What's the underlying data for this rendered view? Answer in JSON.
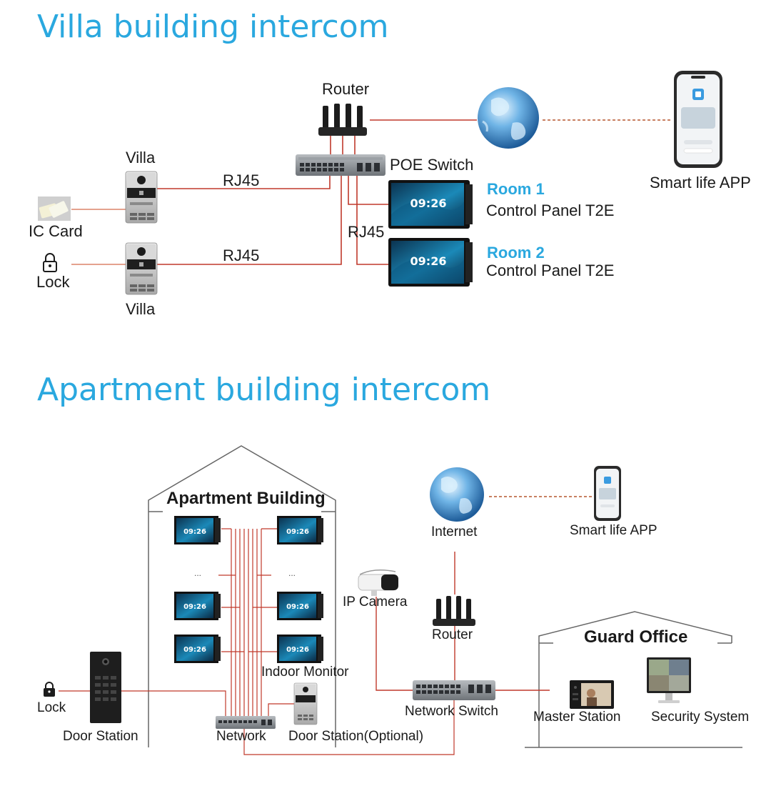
{
  "villa": {
    "title": "Villa building intercom",
    "router_label": "Router",
    "poe_switch_label": "POE Switch",
    "smart_app_label": "Smart life APP",
    "villa_top_label": "Villa",
    "villa_bottom_label": "Villa",
    "ic_card_label": "IC Card",
    "lock_label": "Lock",
    "rj45_top": "RJ45",
    "rj45_mid": "RJ45",
    "rj45_bottom": "RJ45",
    "room1_title": "Room 1",
    "room1_device": "Control Panel T2E",
    "room2_title": "Room 2",
    "room2_device": "Control Panel T2E",
    "panel_clock": "09:26"
  },
  "apartment": {
    "title": "Apartment building intercom",
    "building_label": "Apartment Building",
    "internet_label": "Internet",
    "smart_app_label": "Smart life APP",
    "ip_camera_label": "IP Camera",
    "router_label": "Router",
    "network_switch_label": "Network Switch",
    "guard_office_label": "Guard Office",
    "master_station_label": "Master Station",
    "security_system_label": "Security System",
    "indoor_monitor_label": "Indoor Monitor",
    "lock_label": "Lock",
    "door_station_label": "Door Station",
    "network_label": "Network",
    "door_station_optional_label": "Door Station(Optional)",
    "ellipsis": "...",
    "monitor_clock": "09:26"
  },
  "colors": {
    "title_blue": "#2aa8df",
    "cable_red": "#c0392b",
    "dashed_orange": "#b5562e",
    "outline_gray": "#666666"
  },
  "icons": [
    "router-icon",
    "globe-icon",
    "smartphone-icon",
    "poe-switch-icon",
    "door-station-icon",
    "ic-card-icon",
    "lock-icon",
    "control-panel-icon",
    "ip-camera-icon",
    "network-switch-icon",
    "indoor-monitor-icon",
    "master-station-icon",
    "security-monitor-icon",
    "house-outline-icon"
  ]
}
